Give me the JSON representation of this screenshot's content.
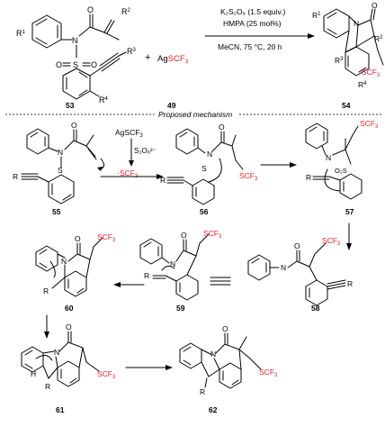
{
  "top": {
    "reactant1": {
      "r1": "R",
      "r1_sup": "1",
      "r2": "R",
      "r2_sup": "2",
      "r3": "R",
      "r3_sup": "3",
      "r4": "R",
      "r4_sup": "4",
      "atom_o": "O",
      "atom_n": "N",
      "atom_s": "S",
      "so2": "O",
      "so2b": "O"
    },
    "plus": "+",
    "reagent": {
      "prefix": "Ag",
      "scf3": "SCF",
      "sub": "3"
    },
    "conditions": {
      "line1": "K₂S₂O₈ (1.5 equiv.)",
      "line2": "HMPA (25 mol%)",
      "line3": "MeCN, 75 °C, 20 h"
    },
    "product": {
      "r1": "R",
      "r1_sup": "1",
      "r2": "R",
      "r2_sup": "2",
      "r3": "R",
      "r3_sup": "3",
      "r4": "R",
      "r4_sup": "4",
      "atom_n": "N",
      "atom_o": "O",
      "scf3": "SCF",
      "sub": "3"
    },
    "labels": {
      "a": "53",
      "b": "49",
      "c": "54"
    }
  },
  "mechanism_title": "Proposed mechanism",
  "mech": {
    "reagent_ag": "AgSCF",
    "reagent_ag_sub": "3",
    "persulfate": "S₂O₈²⁻",
    "radical_scf3": "SCF",
    "radical_sub": "3",
    "scf3": "SCF",
    "sub": "3",
    "r": "R",
    "n": "N",
    "o": "O",
    "s": "S",
    "o2s": "O₂S",
    "labels": {
      "m55": "55",
      "m56": "56",
      "m57": "57",
      "m58": "58",
      "m59": "59",
      "m60": "60",
      "m61": "61",
      "m62": "62"
    }
  },
  "colors": {
    "red": "#e0242b",
    "black": "#000000"
  }
}
